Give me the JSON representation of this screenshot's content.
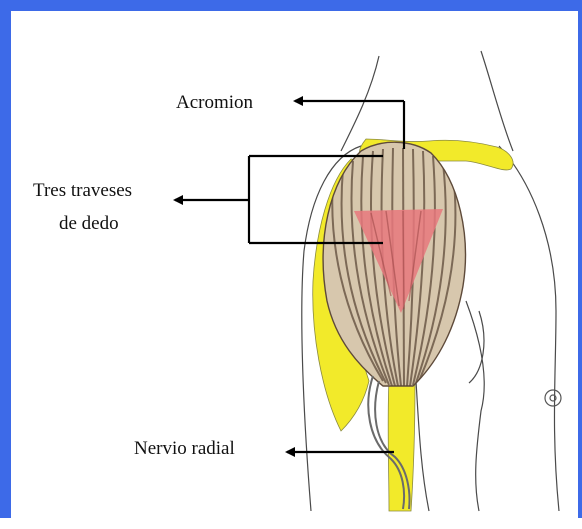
{
  "colors": {
    "frame": "#3d6ae8",
    "bone_nerve": "#f2ea2a",
    "muscle": "#d7c7ad",
    "muscle_stripes": "#5e4a3a",
    "injection_zone": "#e8787c",
    "outline": "#4a4a4a",
    "arrow": "#000000"
  },
  "labels": {
    "acromion": "Acromion",
    "three_fingers_line1": "Tres traveses",
    "three_fingers_line2": "de dedo",
    "radial_nerve": "Nervio radial"
  },
  "icons": {
    "arrow": "left-arrow"
  }
}
